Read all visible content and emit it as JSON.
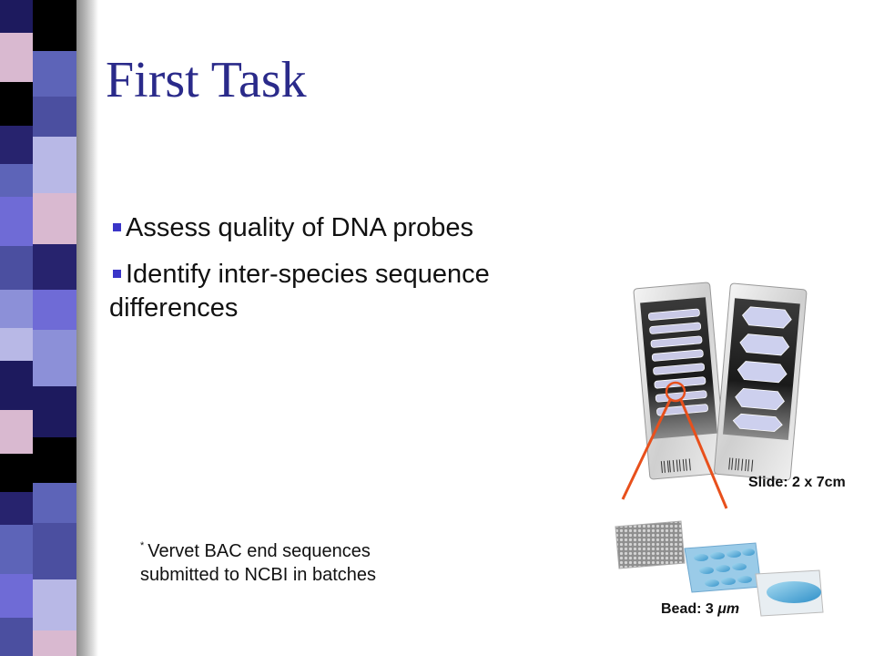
{
  "slide": {
    "title": "First Task",
    "bullets": [
      "Assess quality of DNA probes",
      "Identify inter-species sequence differences"
    ],
    "note": {
      "marker": "*",
      "line1": "Vervet BAC end sequences",
      "line2": "submitted to NCBI in batches"
    }
  },
  "illustration": {
    "slide_caption": "Slide: 2 x 7cm",
    "bead_caption_prefix": "Bead: 3 ",
    "bead_caption_unit": "μm"
  },
  "colors": {
    "title": "#2a2a8a",
    "bullet_marker": "#3a35c8",
    "callout_lines": "#e8501c"
  }
}
